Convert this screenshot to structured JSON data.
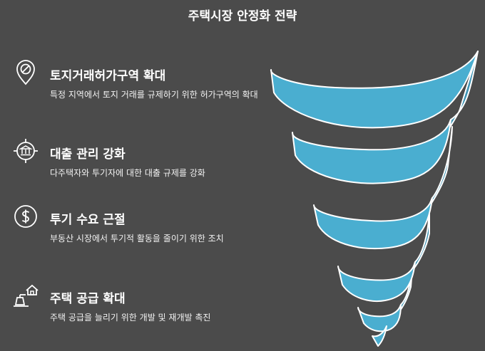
{
  "title": "주택시장 안정화 전략",
  "items": [
    {
      "title": "토지거래허가구역 확대",
      "desc": "특정 지역에서 토지 거래를 규제하기 위한 허가구역의 확대",
      "icon": "location-pin-restricted-icon"
    },
    {
      "title": "대출 관리 강화",
      "desc": "다주택자와 투기자에 대한 대출 규제를 강화",
      "icon": "bank-target-icon"
    },
    {
      "title": "투기 수요 근절",
      "desc": "부동산 시장에서 투기적 활동을 줄이기 위한 조치",
      "icon": "dollar-circle-icon"
    },
    {
      "title": "주택 공급 확대",
      "desc": "주택 공급을 늘리기 위한 개발 및 재개발 촉진",
      "icon": "house-construction-icon"
    }
  ],
  "colors": {
    "background": "#4b4b4b",
    "funnel": "#4aaed0",
    "funnel_back": "#3d93b3",
    "outline": "#ffffff"
  }
}
